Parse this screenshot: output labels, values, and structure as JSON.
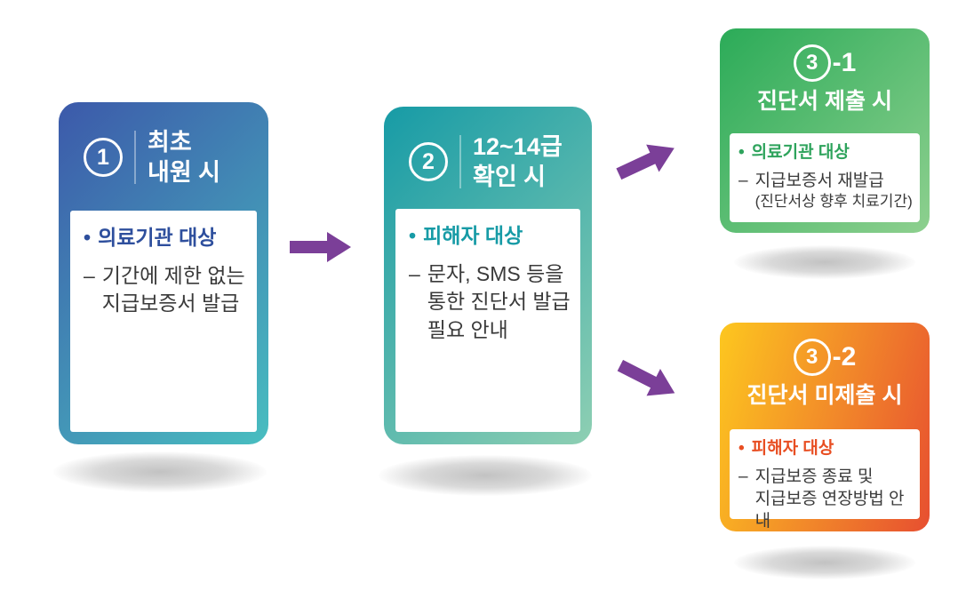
{
  "glyphs": {
    "bullet": "•",
    "dash": "–"
  },
  "colors": {
    "arrow": "#7b3f98",
    "card1_gradient_start": "#3c59aa",
    "card1_gradient_end": "#48bec0",
    "card2_gradient_start": "#179ba6",
    "card2_gradient_end": "#8ecfb3",
    "card3a_gradient_start": "#2bab58",
    "card3a_gradient_end": "#8ed08f",
    "card3b_gradient_start": "#fdc71f",
    "card3b_gradient_end": "#e74f30",
    "card1_accent": "#2e4f9d",
    "card2_accent": "#179ba6",
    "card3a_accent": "#2ea35c",
    "card3b_accent": "#e84e22",
    "body_text": "#3a3a3a"
  },
  "cards": {
    "step1": {
      "number": "1",
      "title_line1": "최초",
      "title_line2": "내원 시",
      "bullet": "의료기관 대상",
      "detail_line1": "기간에 제한 없는",
      "detail_line2": "지급보증서 발급"
    },
    "step2": {
      "number": "2",
      "title_line1": "12~14급",
      "title_line2": "확인 시",
      "bullet": "피해자 대상",
      "detail_line1": "문자, SMS 등을",
      "detail_line2": "통한 진단서 발급",
      "detail_line3": "필요 안내"
    },
    "step3a": {
      "number": "3",
      "suffix": "-1",
      "title": "진단서 제출 시",
      "bullet": "의료기관 대상",
      "detail_line1": "지급보증서 재발급",
      "detail_line2": "(진단서상 향후 치료기간)"
    },
    "step3b": {
      "number": "3",
      "suffix": "-2",
      "title": "진단서 미제출 시",
      "bullet": "피해자 대상",
      "detail_line1": "지급보증 종료 및",
      "detail_line2": "지급보증 연장방법 안내"
    }
  }
}
